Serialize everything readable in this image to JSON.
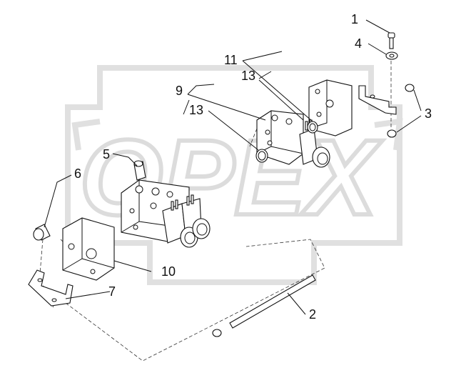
{
  "watermark": {
    "text": "OPEX",
    "color": "#d9d9d9"
  },
  "callouts": [
    "1",
    "2",
    "3",
    "4",
    "5",
    "6",
    "7",
    "9",
    "10",
    "11",
    "13",
    "13"
  ],
  "colors": {
    "line": "#111111",
    "background": "#ffffff"
  }
}
